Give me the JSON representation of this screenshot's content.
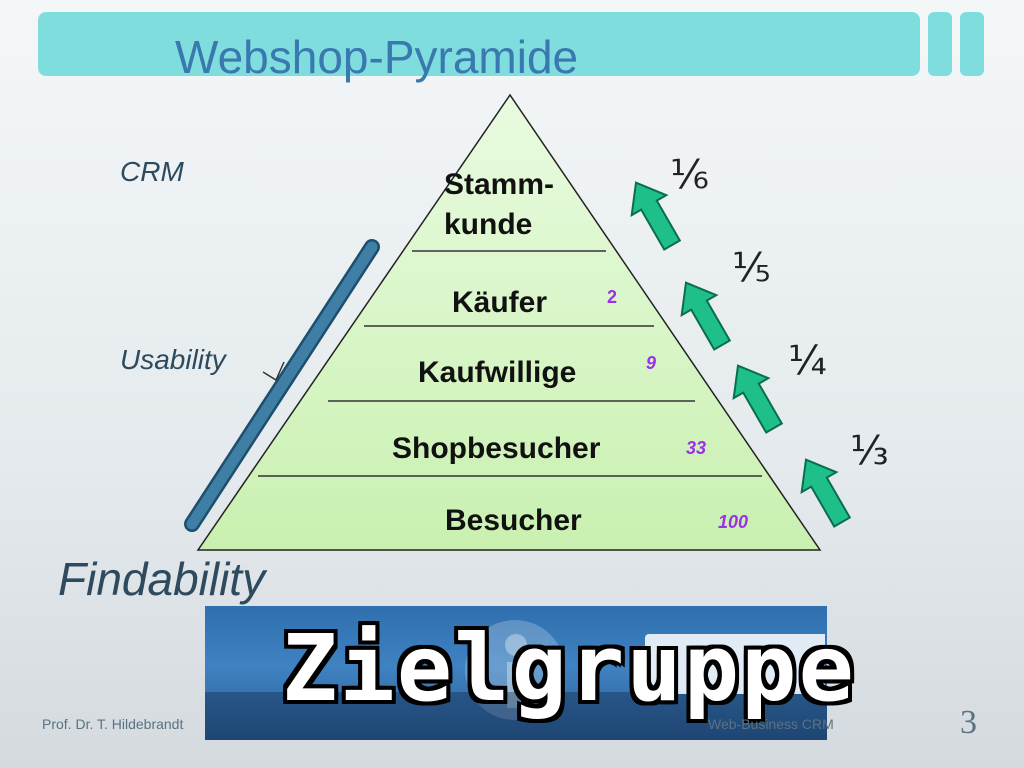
{
  "slide": {
    "title": "Webshop-Pyramide",
    "page_number": "3"
  },
  "side_labels": {
    "crm": "CRM",
    "usability": "Usability",
    "findability": "Findability"
  },
  "pyramid": {
    "layers": [
      {
        "label_line1": "Stamm-",
        "label_line2": "kunde",
        "count": ""
      },
      {
        "label": "Käufer",
        "count": "2"
      },
      {
        "label": "Kaufwillige",
        "count": "9"
      },
      {
        "label": "Shopbesucher",
        "count": "33"
      },
      {
        "label": "Besucher",
        "count": "100"
      }
    ],
    "fractions": [
      "⅙",
      "⅕",
      "¼",
      "⅓"
    ]
  },
  "banner": {
    "text": "Zielgruppe"
  },
  "footer": {
    "author": "Prof. Dr. T. Hildebrandt",
    "course": "Web-Business CRM"
  },
  "colors": {
    "title_bar": "#7fdedd",
    "title_text": "#3a78b0",
    "pyramid_fill": "#d6f5c4",
    "arrow": "#1fbf8a",
    "count_text": "#9b30e8",
    "bracket": "#3f7fa6"
  }
}
